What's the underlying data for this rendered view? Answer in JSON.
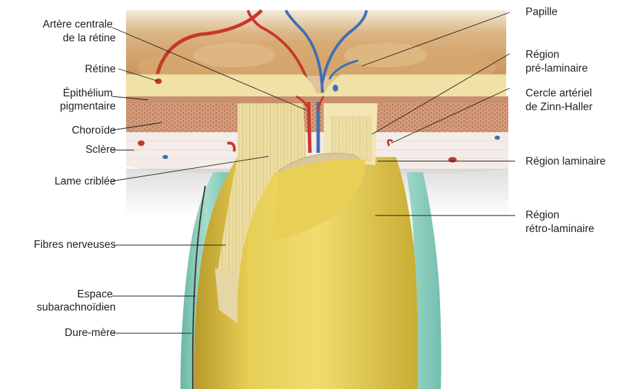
{
  "labels": {
    "artere_line1": "Artère centrale",
    "artere_line2": "de la rétine",
    "retine": "Rétine",
    "epithelium_line1": "Épithélium",
    "epithelium_line2": "pigmentaire",
    "choroide": "Choroïde",
    "sclere": "Sclère",
    "lame": "Lame criblée",
    "fibres": "Fibres nerveuses",
    "espace_line1": "Espace",
    "espace_line2": "subarachnoïdien",
    "dure": "Dure-mère",
    "papille": "Papille",
    "prelam_line1": "Région",
    "prelam_line2": "pré-laminaire",
    "cercle_line1": "Cercle artériel",
    "cercle_line2": "de Zinn-Haller",
    "laminaire": "Région laminaire",
    "retro_line1": "Région",
    "retro_line2": "rétro-laminaire"
  },
  "colors": {
    "artery": "#c8382c",
    "vein": "#3d6fb5",
    "retina": "#f0e1a6",
    "epithelium": "#c9906f",
    "choroid": "#d9a585",
    "sclera": "#f4ece8",
    "nerve": "#e6cc4c",
    "dura": "#8fcfbf",
    "fundus": "#d9b07a"
  }
}
